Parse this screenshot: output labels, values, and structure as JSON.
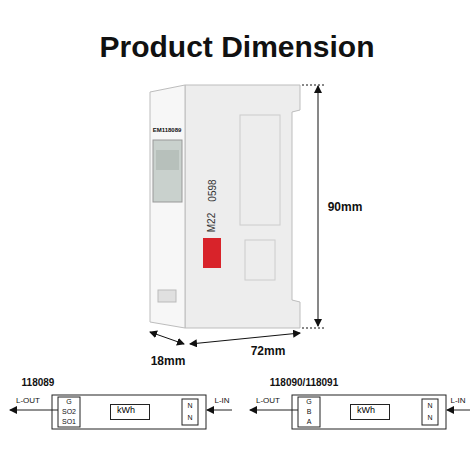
{
  "diagram": {
    "title": "Product Dimension",
    "nodes": [
      {
        "text": [
          "kWh"
        ]
      },
      {
        "text": [
          "kWh"
        ]
      }
    ],
    "labels": [
      "EM118089",
      "M22",
      "0598",
      "90mm",
      "18mm",
      "72mm",
      "118089",
      "L-OUT",
      "G",
      "SO2",
      "SO1",
      "L-IN",
      "N",
      "N",
      "118090/118091",
      "L-OUT",
      "G",
      "B",
      "A",
      "L-IN",
      "N",
      "N"
    ]
  }
}
